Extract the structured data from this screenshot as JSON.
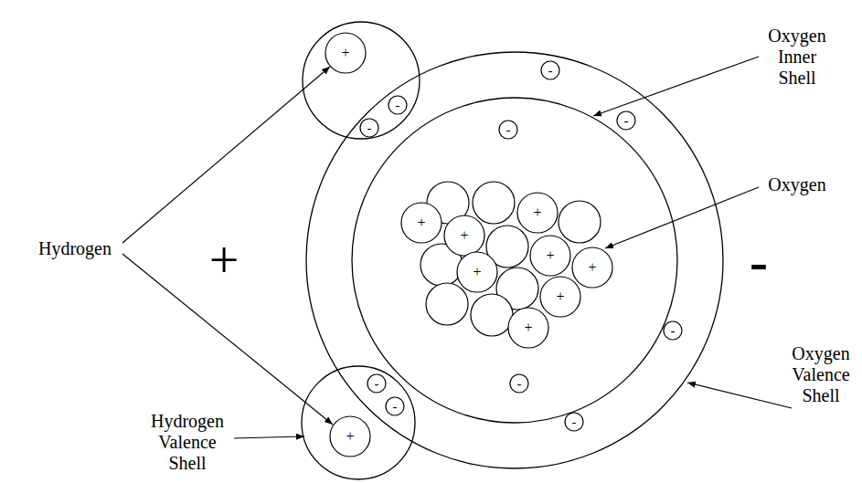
{
  "diagram": {
    "nodes": [
      {
        "text": [
          "+"
        ]
      },
      {
        "text": [
          "-"
        ]
      },
      {
        "text": [
          "-"
        ]
      },
      {
        "text": [
          "-"
        ]
      },
      {
        "text": [
          "-"
        ]
      },
      {
        "text": [
          "-"
        ]
      },
      {
        "text": [
          "+"
        ]
      },
      {
        "text": [
          "+"
        ]
      },
      {
        "text": [
          "+"
        ]
      },
      {
        "text": [
          "+"
        ]
      },
      {
        "text": [
          "+"
        ]
      },
      {
        "text": [
          "+"
        ]
      },
      {
        "text": [
          "+"
        ]
      },
      {
        "text": [
          "+"
        ]
      },
      {
        "text": [
          "-"
        ]
      },
      {
        "text": [
          "-"
        ]
      },
      {
        "text": [
          "-"
        ]
      },
      {
        "text": [
          "-"
        ]
      },
      {
        "text": [
          "-"
        ]
      },
      {
        "text": [
          "+"
        ]
      }
    ],
    "labels": [
      "Hydrogen",
      "+",
      "Oxygen Inner Shell",
      "Oxygen",
      "-",
      "Oxygen Valence Shell",
      "Hydrogen Valence Shell"
    ]
  }
}
